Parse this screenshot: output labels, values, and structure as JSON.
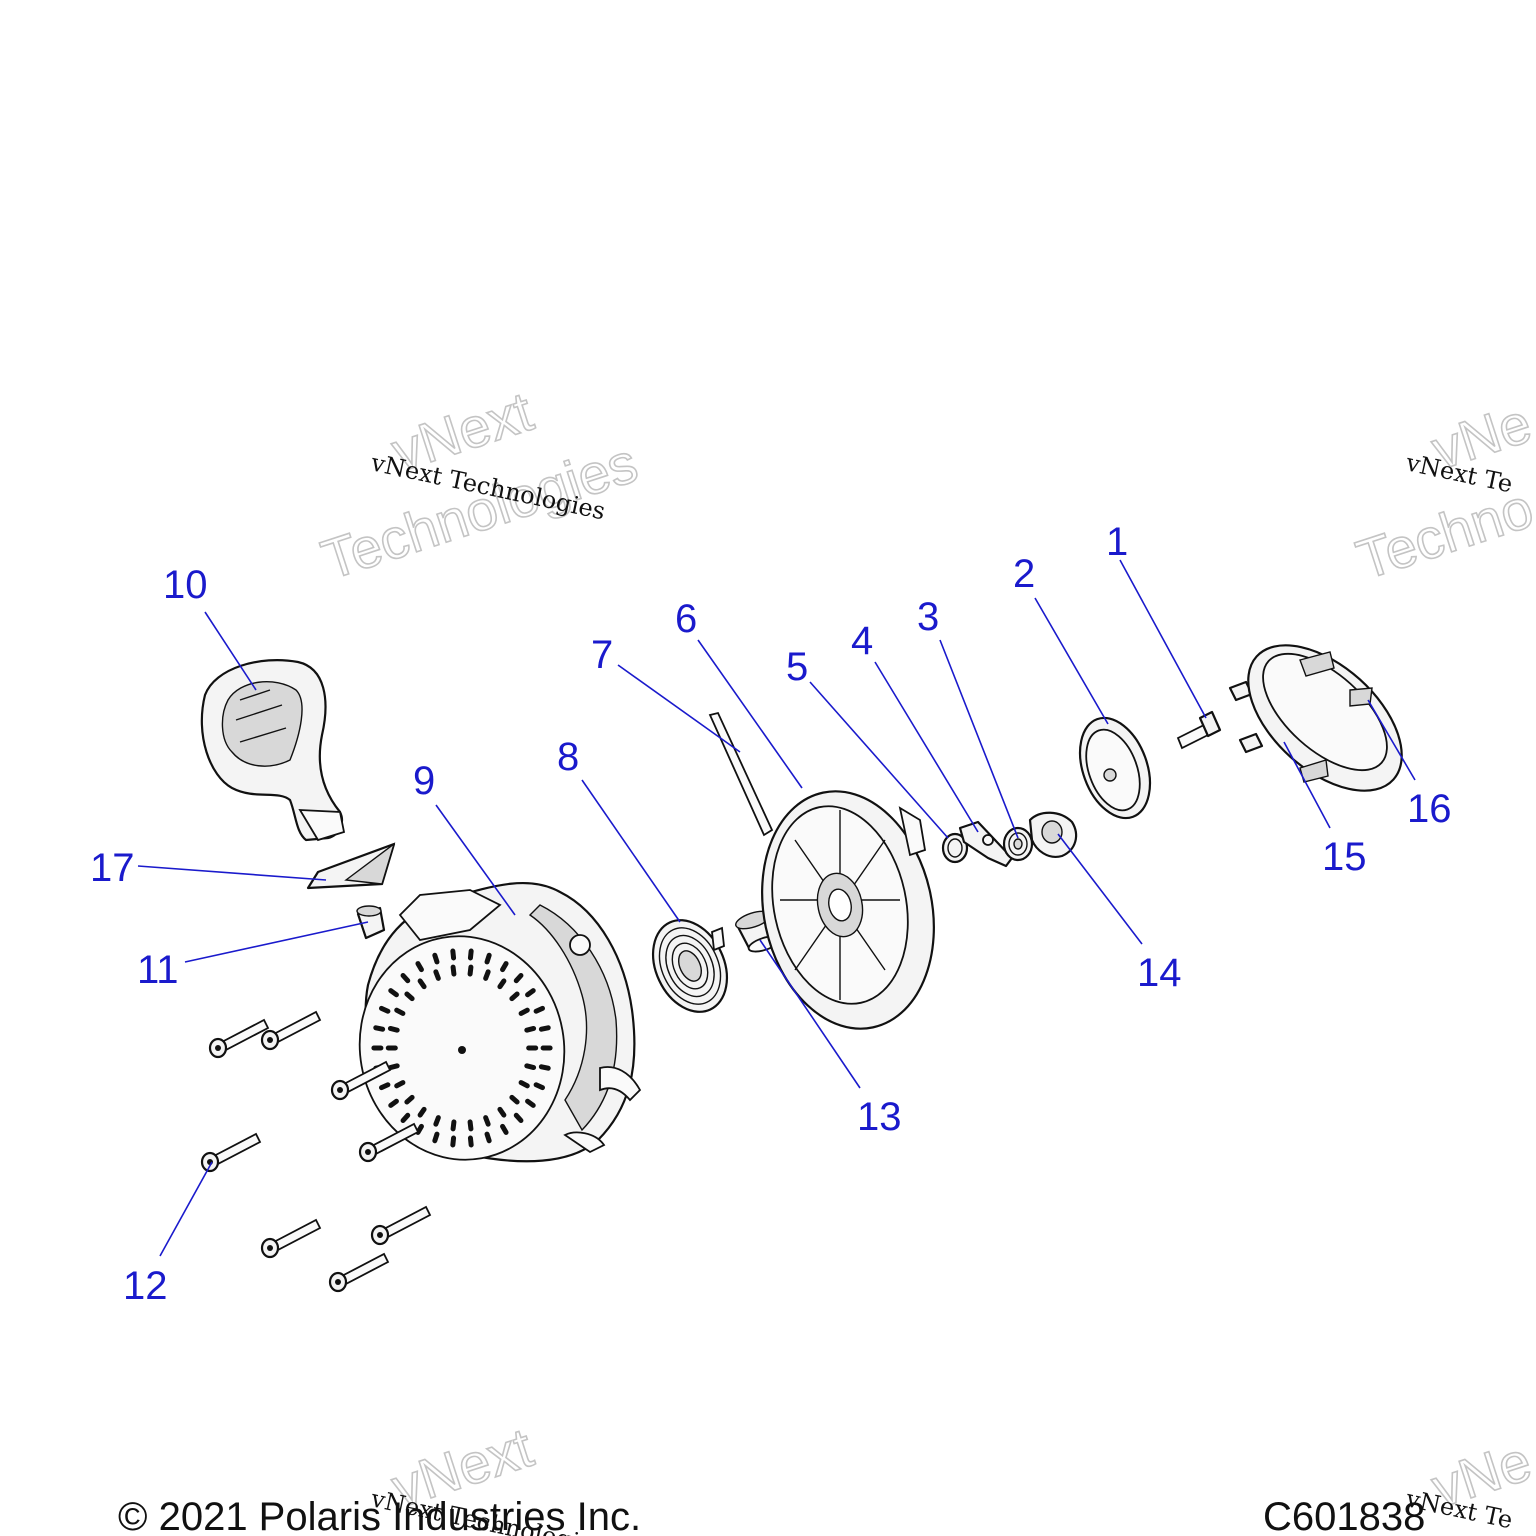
{
  "watermark": {
    "line_small": "vNext Technologies",
    "line_big_1": "vNext",
    "line_big_2": "Technologies",
    "line_small_cut": "vNext Te",
    "line_big_1_cut": "vNe",
    "line_big_2_cut": "Techno",
    "line_small_bottom_cut": "vNext Te",
    "line_big_1_bottom_cut": "vNe"
  },
  "footer": {
    "copyright": "© 2021 Polaris Industries Inc.",
    "drawing_id": "C601838"
  },
  "callouts": {
    "c1": "1",
    "c2": "2",
    "c3": "3",
    "c4": "4",
    "c5": "5",
    "c6": "6",
    "c7": "7",
    "c8": "8",
    "c9": "9",
    "c10": "10",
    "c11": "11",
    "c12": "12",
    "c13": "13",
    "c14": "14",
    "c15": "15",
    "c16": "16",
    "c17": "17"
  }
}
